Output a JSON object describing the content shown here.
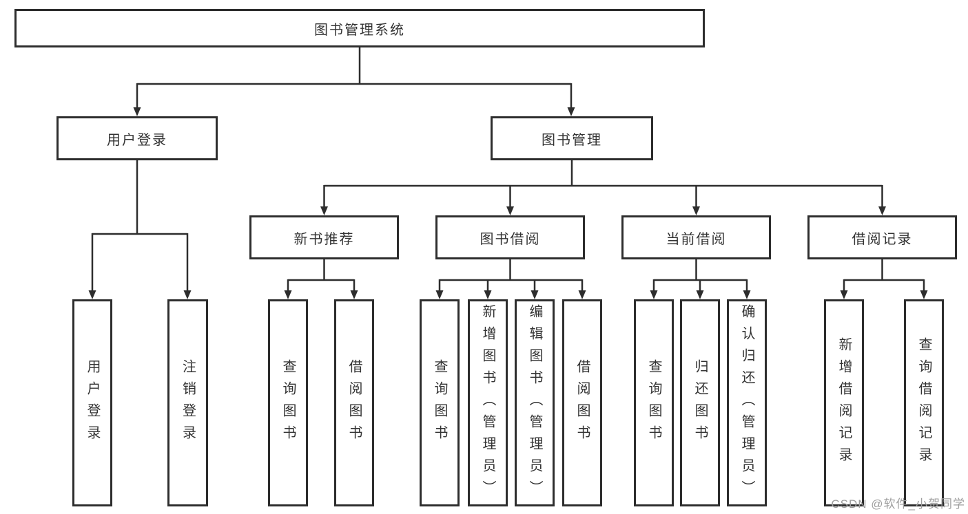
{
  "root": {
    "label": "图书管理系统"
  },
  "level2": {
    "user_login": {
      "label": "用户登录"
    },
    "book_mgmt": {
      "label": "图书管理"
    }
  },
  "level3": {
    "new_book": {
      "label": "新书推荐"
    },
    "book_borrow": {
      "label": "图书借阅"
    },
    "current_borrow": {
      "label": "当前借阅"
    },
    "borrow_record": {
      "label": "借阅记录"
    }
  },
  "leaves": {
    "user_login_action": {
      "label": "用户登录"
    },
    "logout_action": {
      "label": "注销登录"
    },
    "nb_query_book": {
      "label": "查询图书"
    },
    "nb_borrow_book": {
      "label": "借阅图书"
    },
    "bb_query_book": {
      "label": "查询图书"
    },
    "bb_add_book": {
      "label": "新增图书（管理员）"
    },
    "bb_edit_book": {
      "label": "编辑图书（管理员）"
    },
    "bb_borrow_book": {
      "label": "借阅图书"
    },
    "cb_query_book": {
      "label": "查询图书"
    },
    "cb_return_book": {
      "label": "归还图书"
    },
    "cb_confirm_return": {
      "label": "确认归还（管理员）"
    },
    "br_add_record": {
      "label": "新增借阅记录"
    },
    "br_query_record": {
      "label": "查询借阅记录"
    }
  },
  "watermark": "CSDN @软件_小贺同学",
  "colors": {
    "line": "#2d2d2d",
    "box_border": "#2d2d2d",
    "text": "#333333",
    "watermark": "#9e9e9e",
    "background": "#ffffff"
  }
}
